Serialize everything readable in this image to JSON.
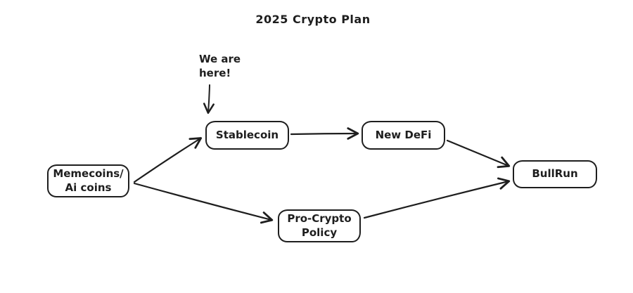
{
  "title": "2025 Crypto Plan",
  "annotation": {
    "text": "We are\nhere!",
    "points_to": "stablecoin"
  },
  "nodes": [
    {
      "id": "memecoins",
      "label": "Memecoins/\nAi coins"
    },
    {
      "id": "stablecoin",
      "label": "Stablecoin"
    },
    {
      "id": "new-defi",
      "label": "New DeFi"
    },
    {
      "id": "bullrun",
      "label": "BullRun"
    },
    {
      "id": "pro-crypto-policy",
      "label": "Pro-Crypto\nPolicy"
    }
  ],
  "edges": [
    {
      "from": "memecoins",
      "to": "stablecoin"
    },
    {
      "from": "memecoins",
      "to": "pro-crypto-policy"
    },
    {
      "from": "stablecoin",
      "to": "new-defi"
    },
    {
      "from": "new-defi",
      "to": "bullrun"
    },
    {
      "from": "pro-crypto-policy",
      "to": "bullrun"
    },
    {
      "from": "we-are-here-annotation",
      "to": "stablecoin"
    }
  ],
  "colors": {
    "stroke": "#1e1e1e",
    "background": "#ffffff"
  }
}
